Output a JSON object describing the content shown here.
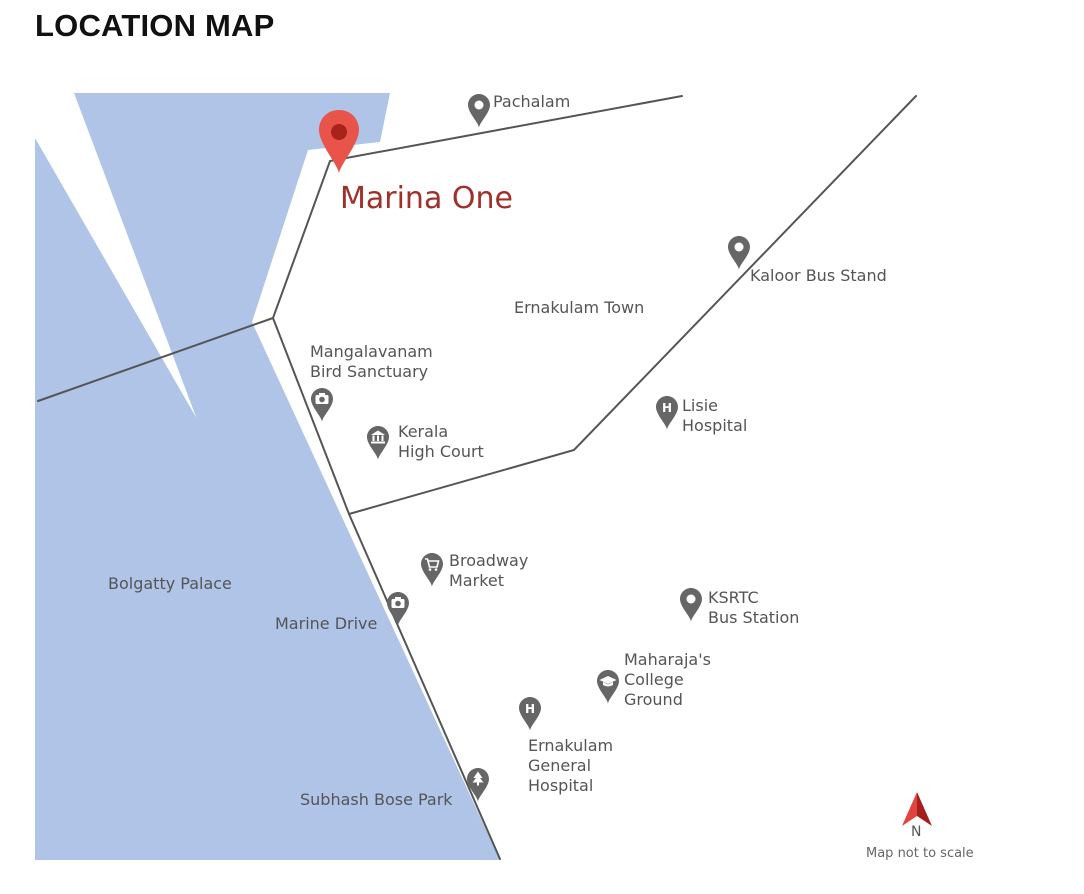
{
  "page": {
    "title": "LOCATION MAP"
  },
  "project": {
    "name": "Marina One",
    "pin_color": "#e8534a",
    "label_color": "#a0302a"
  },
  "colors": {
    "water": "#afc4e6",
    "road": "#555555",
    "poi_pin": "#666666"
  },
  "landmarks": {
    "pachalam": "Pachalam",
    "kaloor": "Kaloor Bus Stand",
    "ernakulam_town": "Ernakulam Town",
    "mangalavanam": "Mangalavanam\nBird Sanctuary",
    "high_court": "Kerala\nHigh Court",
    "lisie": "Lisie\nHospital",
    "broadway": "Broadway\nMarket",
    "bolgatty": "Bolgatty Palace",
    "marine_drive": "Marine Drive",
    "ksrtc": "KSRTC\nBus Station",
    "maharajas": "Maharaja's\nCollege\nGround",
    "general_hospital": "Ernakulam\nGeneral\nHospital",
    "subhash": "Subhash Bose Park"
  },
  "icons": {
    "pachalam": "location-pin-icon",
    "kaloor": "location-pin-icon",
    "mangalavanam": "camera-pin-icon",
    "high_court": "court-building-pin-icon",
    "lisie": "hospital-pin-icon",
    "broadway": "shopping-cart-pin-icon",
    "marine_drive": "camera-pin-icon",
    "ksrtc": "location-pin-icon",
    "maharajas": "graduation-cap-pin-icon",
    "general_hospital": "hospital-pin-icon",
    "subhash": "tree-pin-icon"
  },
  "compass": {
    "letter": "N",
    "note": "Map not to scale"
  }
}
